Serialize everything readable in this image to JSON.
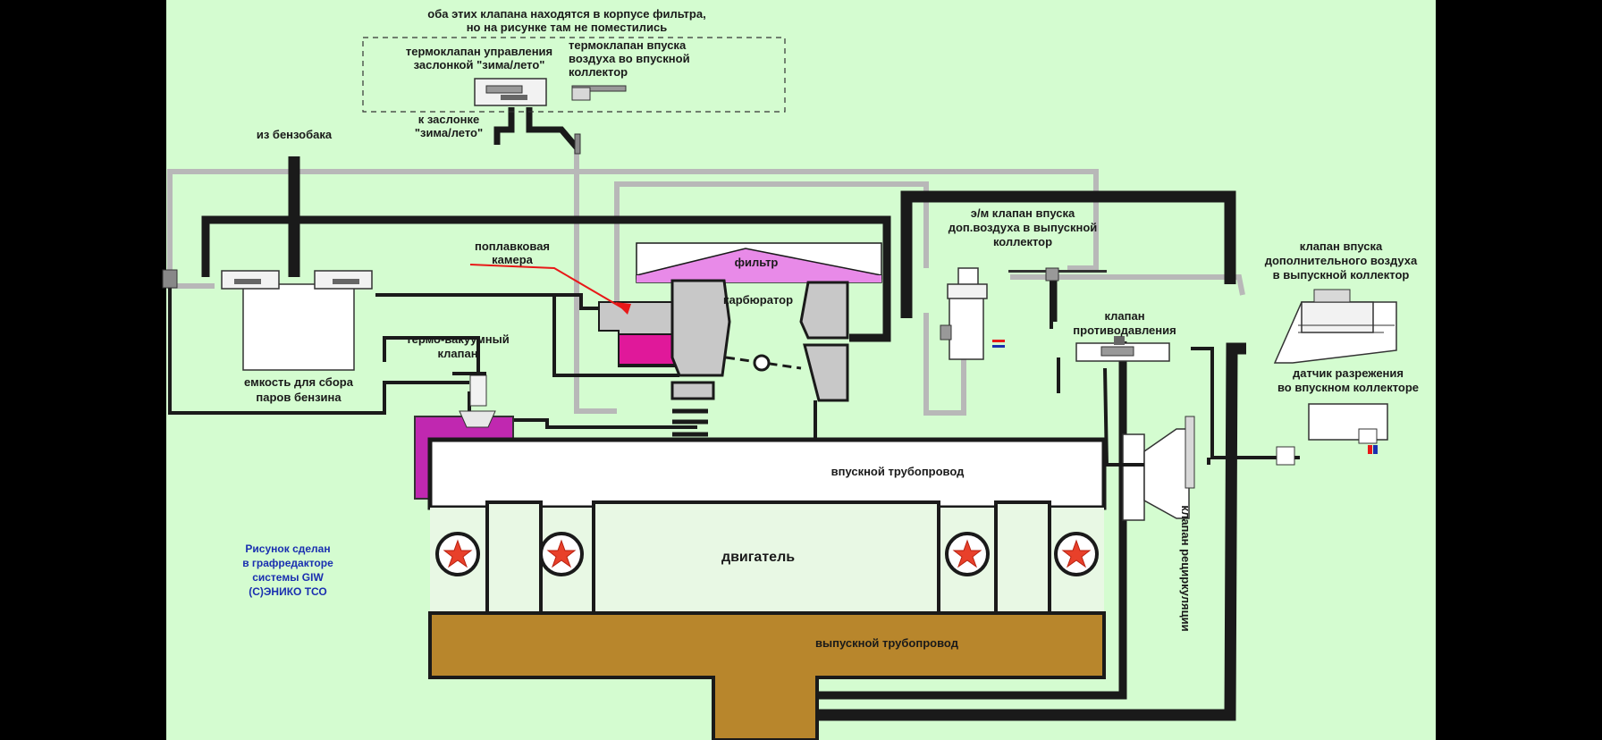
{
  "labels": {
    "note_line1": "оба этих клапана находятся в корпусе фильтра,",
    "note_line2": "но на рисунке там не поместились",
    "thermo_winter_l1": "термоклапан управления",
    "thermo_winter_l2": "заслонкой \"зима/лето\"",
    "thermo_intake_l1": "термоклапан впуска",
    "thermo_intake_l2": "воздуха во впускной",
    "thermo_intake_l3": "коллектор",
    "to_damper_l1": "к заслонке",
    "to_damper_l2": "\"зима/лето\"",
    "from_tank": "из бензобака",
    "float_l1": "поплавковая",
    "float_l2": "камера",
    "filter": "фильтр",
    "carb": "карбюратор",
    "em_valve_l1": "э/м клапан впуска",
    "em_valve_l2": "доп.воздуха в выпускной",
    "em_valve_l3": "коллектор",
    "extra_air_l1": "клапан впуска",
    "extra_air_l2": "дополнительного воздуха",
    "extra_air_l3": "в выпускной коллектор",
    "backpressure_l1": "клапан",
    "backpressure_l2": "противодавления",
    "vac_sensor_l1": "датчик разрежения",
    "vac_sensor_l2": "во впускном коллекторе",
    "thermo_vac_l1": "термо-вакуумный",
    "thermo_vac_l2": "клапан",
    "canister_l1": "емкость для сбора",
    "canister_l2": "паров бензина",
    "intake_manifold": "впускной трубопровод",
    "engine": "двигатель",
    "exhaust_manifold": "выпускной трубопровод",
    "egr_valve": "клапан рециркуляции",
    "credit_l1": "Рисунок сделан",
    "credit_l2": "в графредакторе",
    "credit_l3": "системы GIW",
    "credit_l4": "(С)ЭНИКО ТСО"
  },
  "colors": {
    "background": "#d4fcd0",
    "black_hose": "#1a1a1a",
    "grey_hose": "#b8b8b8",
    "filter_pink": "#e88ae8",
    "float_magenta": "#e0189a",
    "thermo_vac_purple": "#c028b0",
    "exhaust_brown": "#b8862c",
    "engine_white": "#ffffff",
    "credit_blue": "#1a2fb0",
    "arrow_red": "#e81818"
  }
}
